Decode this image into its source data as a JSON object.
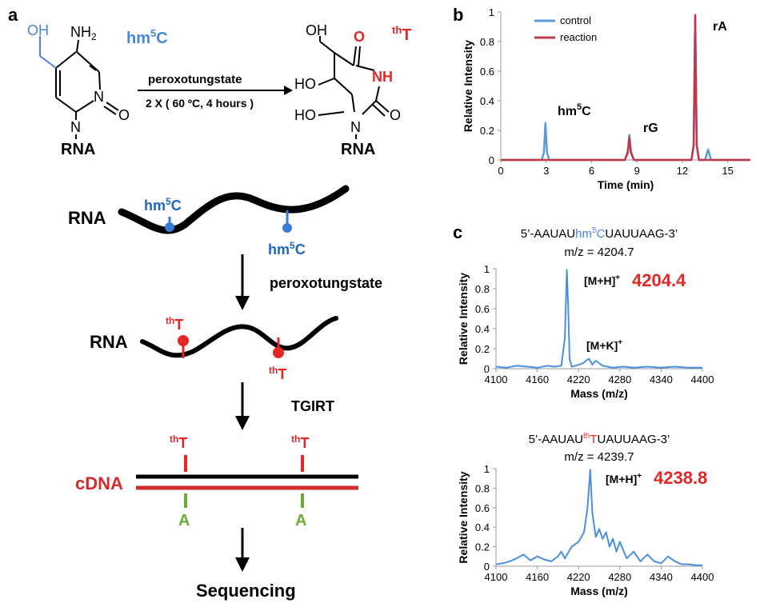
{
  "panels": {
    "a": "a",
    "b": "b",
    "c": "c"
  },
  "colors": {
    "hm5c_blue": "#4a86d8",
    "dark_blue": "#2266c4",
    "tht_red": "#e52626",
    "cdna_red": "#d42b2b",
    "adenine_green": "#6aaa3a",
    "control": "#5b9bd5",
    "reaction": "#c0394b",
    "ms_line": "#4a8fe0"
  },
  "reaction": {
    "hm5c_name": {
      "base": "hm",
      "sup": "5",
      "tail": "C"
    },
    "tht_name": {
      "sup": "th",
      "base": "T"
    },
    "reagent": "peroxotungstate",
    "conditions": "2 X ( 60 ºC, 4 hours )",
    "left_atoms": {
      "oh": "OH",
      "nh2": "NH",
      "nh2_sub": "2",
      "n3": "N",
      "n1": "N",
      "o2": "O",
      "rna": "RNA"
    },
    "right_atoms": {
      "oh": "OH",
      "o4": "O",
      "nh": "NH",
      "ho5": "HO",
      "ho6": "HO",
      "n1": "N",
      "o2": "O",
      "rna": "RNA"
    }
  },
  "workflow": {
    "rna1_label": "RNA",
    "rna2_label": "RNA",
    "mark1": {
      "base": "hm",
      "sup": "5",
      "tail": "C"
    },
    "mark2": {
      "base": "hm",
      "sup": "5",
      "tail": "C"
    },
    "tht_mark1": {
      "sup": "th",
      "base": "T"
    },
    "tht_mark2": {
      "sup": "th",
      "base": "T"
    },
    "step1": "peroxotungstate",
    "step2": "TGIRT",
    "cdna_label": "cDNA",
    "tht_cdna1": {
      "sup": "th",
      "base": "T"
    },
    "tht_cdna2": {
      "sup": "th",
      "base": "T"
    },
    "a1": "A",
    "a2": "A",
    "final": "Sequencing"
  },
  "chart_data": [
    {
      "type": "line",
      "id": "b",
      "xlabel": "Time (min)",
      "ylabel": "Relative Intensity",
      "xlim": [
        0,
        16.5
      ],
      "ylim": [
        0,
        1.0
      ],
      "xticks": [
        0,
        3,
        6,
        9,
        12,
        15
      ],
      "yticks": [
        0,
        0.2,
        0.4,
        0.6,
        0.8,
        1
      ],
      "legend": [
        "control",
        "reaction"
      ],
      "legend_position": "top-left",
      "annotations": [
        {
          "text": "hm",
          "sup": "5",
          "tail": "C"
        },
        {
          "text": "rG"
        },
        {
          "text": "rA"
        }
      ],
      "series": [
        {
          "name": "control",
          "x": [
            0,
            2.7,
            2.85,
            2.95,
            3.05,
            3.2,
            8.2,
            8.4,
            8.5,
            8.6,
            8.8,
            12.6,
            12.75,
            12.85,
            12.95,
            13.1,
            13.5,
            13.7,
            13.9,
            16.5
          ],
          "y": [
            0,
            0,
            0.05,
            0.25,
            0.05,
            0,
            0,
            0.06,
            0.17,
            0.06,
            0,
            0,
            0.1,
            0.96,
            0.1,
            0,
            0,
            0.07,
            0,
            0
          ]
        },
        {
          "name": "reaction",
          "x": [
            0,
            8.2,
            8.4,
            8.5,
            8.6,
            8.8,
            12.6,
            12.75,
            12.85,
            12.95,
            13.1,
            16.5
          ],
          "y": [
            0,
            0,
            0.05,
            0.15,
            0.05,
            0,
            0,
            0.1,
            0.98,
            0.1,
            0,
            0
          ]
        }
      ]
    },
    {
      "type": "line",
      "id": "c-top",
      "title": {
        "pre": "5’-AAUAU",
        "mod": "hm",
        "sup": "5",
        "modc": "C",
        "post": "UAUUAAG-3’"
      },
      "subtitle": "m/z = 4204.7",
      "xlabel": "Mass (m/z)",
      "ylabel": "Relative Intensity",
      "xlim": [
        4100,
        4400
      ],
      "ylim": [
        0,
        1
      ],
      "xticks": [
        4100,
        4160,
        4220,
        4280,
        4340,
        4400
      ],
      "yticks": [
        0,
        0.2,
        0.4,
        0.6,
        0.8,
        1
      ],
      "annotations": [
        {
          "text": "[M+H]",
          "sup": "+",
          "value": "4204.4"
        },
        {
          "text": "[M+K]",
          "sup": "+"
        }
      ],
      "series": [
        {
          "name": "",
          "x": [
            4100,
            4115,
            4130,
            4145,
            4160,
            4175,
            4185,
            4195,
            4200,
            4203,
            4205,
            4207,
            4210,
            4215,
            4225,
            4235,
            4240,
            4245,
            4255,
            4270,
            4285,
            4300,
            4320,
            4340,
            4360,
            4380,
            4400
          ],
          "y": [
            0.02,
            0.01,
            0.03,
            0.02,
            0.01,
            0.03,
            0.02,
            0.03,
            0.3,
            0.99,
            0.6,
            0.1,
            0.02,
            0.03,
            0.05,
            0.1,
            0.04,
            0.08,
            0.03,
            0.01,
            0.02,
            0.01,
            0.02,
            0.01,
            0.02,
            0.01,
            0.01
          ]
        }
      ]
    },
    {
      "type": "line",
      "id": "c-bottom",
      "title": {
        "pre": "5’-AAUAU",
        "mod": "th",
        "modc": "T",
        "post": "UAUUAAG-3’"
      },
      "subtitle": "m/z = 4239.7",
      "xlabel": "Mass (m/z)",
      "ylabel": "Relative Intensity",
      "xlim": [
        4100,
        4400
      ],
      "ylim": [
        0,
        1
      ],
      "xticks": [
        4100,
        4160,
        4220,
        4280,
        4340,
        4400
      ],
      "yticks": [
        0,
        0.2,
        0.4,
        0.6,
        0.8,
        1
      ],
      "annotations": [
        {
          "text": "[M+H]",
          "sup": "+",
          "value": "4238.8"
        }
      ],
      "series": [
        {
          "name": "",
          "x": [
            4100,
            4110,
            4120,
            4130,
            4140,
            4150,
            4160,
            4170,
            4180,
            4190,
            4195,
            4200,
            4210,
            4220,
            4228,
            4233,
            4237,
            4240,
            4245,
            4250,
            4255,
            4260,
            4265,
            4270,
            4275,
            4280,
            4290,
            4300,
            4310,
            4320,
            4330,
            4340,
            4350,
            4360,
            4370,
            4380,
            4390,
            4400
          ],
          "y": [
            0.02,
            0.03,
            0.05,
            0.08,
            0.12,
            0.06,
            0.1,
            0.07,
            0.05,
            0.1,
            0.15,
            0.08,
            0.2,
            0.25,
            0.35,
            0.6,
            0.99,
            0.55,
            0.3,
            0.38,
            0.28,
            0.35,
            0.2,
            0.28,
            0.15,
            0.25,
            0.08,
            0.15,
            0.05,
            0.12,
            0.05,
            0.03,
            0.1,
            0.05,
            0.02,
            0.02,
            0.01,
            0.01
          ]
        }
      ]
    }
  ]
}
